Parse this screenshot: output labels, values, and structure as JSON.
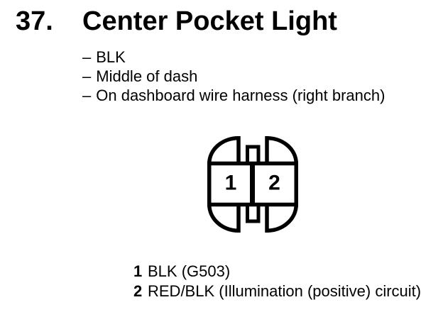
{
  "page": {
    "item_number": "37.",
    "title": "Center Pocket Light",
    "bullet": "–",
    "details": [
      "BLK",
      "Middle of dash",
      "On dashboard wire harness (right branch)"
    ]
  },
  "connector": {
    "pin_count": 2,
    "pins": [
      {
        "number": "1",
        "wire": "BLK (G503)"
      },
      {
        "number": "2",
        "wire": "RED/BLK (Illumination (positive) circuit)"
      }
    ]
  },
  "colors": {
    "ink": "#000000",
    "paper": "#ffffff"
  }
}
